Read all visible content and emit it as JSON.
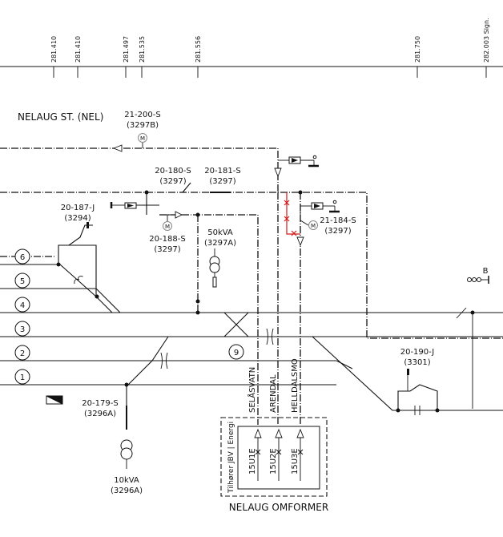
{
  "kilometer_markers": [
    "281.410",
    "281.410",
    "281.497",
    "281.535",
    "281.556",
    "281.750",
    "282.003 Sign."
  ],
  "station": {
    "name": "NELAUG ST. (NEL)"
  },
  "switches": {
    "s21_200": {
      "id": "21-200-S",
      "ref": "(3297B)"
    },
    "s20_180": {
      "id": "20-180-S",
      "ref": "(3297)"
    },
    "s20_181": {
      "id": "20-181-S",
      "ref": "(3297)"
    },
    "s20_187": {
      "id": "20-187-J",
      "ref": "(3294)"
    },
    "s20_188": {
      "id": "20-188-S",
      "ref": "(3297)"
    },
    "s21_184": {
      "id": "21-184-S",
      "ref": "(3297)"
    },
    "s20_190": {
      "id": "20-190-J",
      "ref": "(3301)"
    },
    "s20_179": {
      "id": "20-179-S",
      "ref": "(3296A)"
    }
  },
  "transformers": {
    "t50": {
      "rating": "50kVA",
      "ref": "(3297A)"
    },
    "t10": {
      "rating": "10kVA",
      "ref": "(3296A)"
    }
  },
  "tracks": [
    "6",
    "5",
    "4",
    "3",
    "2",
    "1",
    "9"
  ],
  "feeders": [
    "SELÅSVATN",
    "ARENDAL",
    "HELLDALSMO"
  ],
  "converter": {
    "name": "NELAUG OMFORMER",
    "owner_label": "Tilhører JBV | Energi",
    "breakers": [
      "15U1E",
      "15U2E",
      "15U3E"
    ]
  },
  "end_marker": "B",
  "motor_symbol": "M"
}
